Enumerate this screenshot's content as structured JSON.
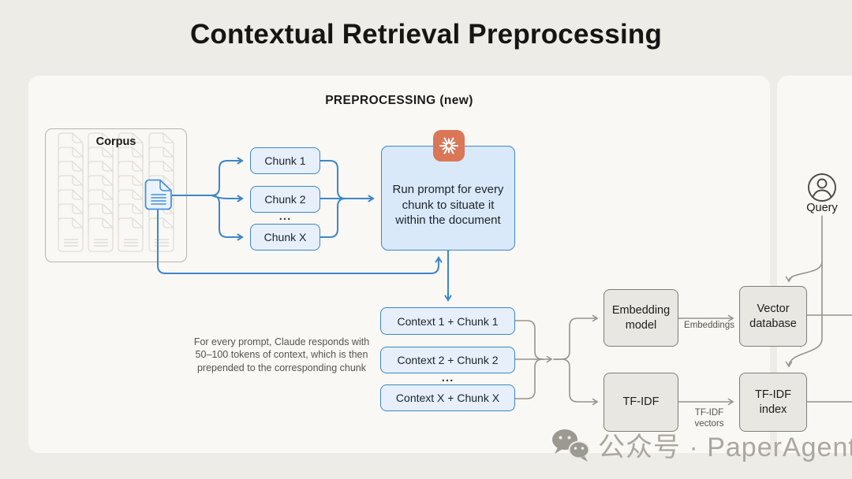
{
  "title": "Contextual Retrieval Preprocessing",
  "panel": {
    "heading": "PREPROCESSING (new)"
  },
  "corpus": {
    "label": "Corpus"
  },
  "chunks": {
    "items": [
      "Chunk 1",
      "Chunk 2",
      "Chunk X"
    ],
    "ellipsis": "..."
  },
  "prompt": {
    "text": "Run prompt for every chunk to situate it within the document"
  },
  "note": "For every prompt, Claude responds with 50–100 tokens of context, which is then prepended to the corresponding chunk",
  "contexts": {
    "items": [
      "Context 1 + Chunk 1",
      "Context 2 + Chunk 2",
      "Context X + Chunk X"
    ],
    "ellipsis": "..."
  },
  "nodes": {
    "embedding_model": "Embedding model",
    "vector_database": "Vector database",
    "tfidf": "TF-IDF",
    "tfidf_index": "TF-IDF index"
  },
  "edge_labels": {
    "embeddings": "Embeddings",
    "tfidf_vectors": "TF-IDF vectors"
  },
  "query": {
    "label": "Query"
  },
  "watermark": {
    "text": "公众号 · PaperAgent"
  },
  "icons": {
    "claude": "claude-starburst-icon",
    "query": "user-circle-icon",
    "watermark": "wechat-icon",
    "document": "document-icon"
  },
  "colors": {
    "page_bg": "#edece7",
    "panel_bg": "#f9f8f4",
    "blue_line": "#3e86c8",
    "blue_fill": "#e6effa",
    "prompt_fill": "#d9e9f9",
    "gray_line": "#96948a",
    "gray_fill": "#e9e7e1",
    "claude_orange": "#d97757",
    "text_dark": "#1c1c1a",
    "text_gray": "#55534c",
    "watermark_gray": "#aaa89e"
  }
}
